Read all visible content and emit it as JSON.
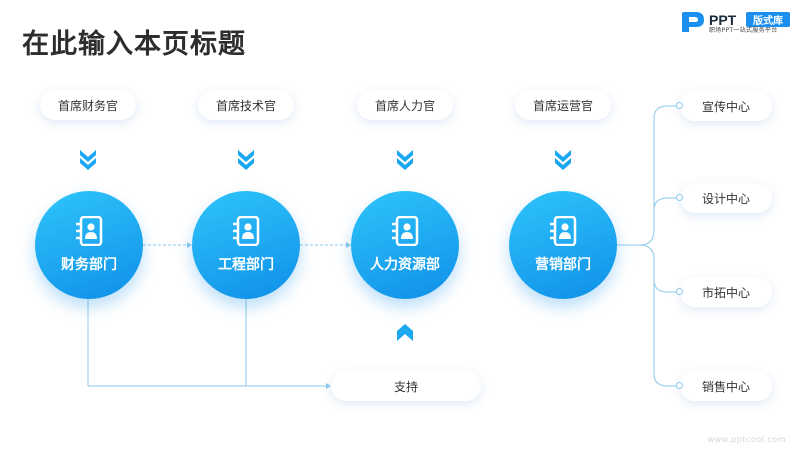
{
  "title": "在此输入本页标题",
  "logo": {
    "brand": "PPT",
    "badge": "版式库",
    "tagline": "职场PPT一站式服务平台"
  },
  "officers": [
    "首席财务官",
    "首席技术官",
    "首席人力官",
    "首席运营官"
  ],
  "departments": [
    "财务部门",
    "工程部门",
    "人力资源部",
    "营销部门"
  ],
  "centers": [
    "宣传中心",
    "设计中心",
    "市拓中心",
    "销售中心"
  ],
  "support": "支持",
  "watermark": "www.pptcool.com",
  "colors": {
    "accent": "#1aa7f1",
    "accent_dark": "#0f8fe8",
    "wire": "#8cc9ec",
    "title": "#2d2d2d"
  }
}
